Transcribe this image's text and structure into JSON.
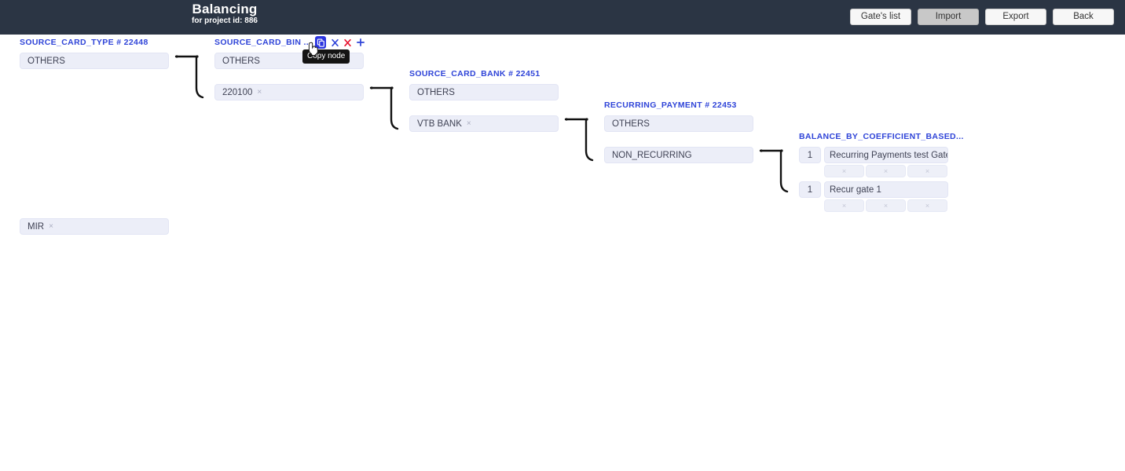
{
  "header": {
    "title": "Balancing",
    "subtitle": "for project id: 886",
    "buttons": [
      {
        "label": "Gate's list",
        "state": "normal"
      },
      {
        "label": "Import",
        "state": "active"
      },
      {
        "label": "Export",
        "state": "normal"
      },
      {
        "label": "Back",
        "state": "normal"
      }
    ]
  },
  "tooltip": {
    "text": "Copy node"
  },
  "toolbar_icons": {
    "copy": "copy-icon",
    "cut": "cut-icon",
    "delete": "delete-icon",
    "add": "add-icon"
  },
  "colors": {
    "topbar_bg": "#2b3544",
    "accent_blue": "#2f44d8",
    "chip_bg": "#eceef8",
    "delete_red": "#e8112d",
    "copy_btn_bg": "#2b35e0"
  },
  "columns": [
    {
      "id": "col-source-card-type",
      "title": "SOURCE_CARD_TYPE # 22448",
      "has_toolbar": false,
      "nodes": [
        {
          "label": "OTHERS",
          "removable": false
        },
        {
          "label": "MIR",
          "removable": true
        }
      ]
    },
    {
      "id": "col-source-card-bin",
      "title": "SOURCE_CARD_BIN ...",
      "has_toolbar": true,
      "nodes": [
        {
          "label": "OTHERS",
          "removable": false
        },
        {
          "label": "220100",
          "removable": true
        }
      ]
    },
    {
      "id": "col-source-card-bank",
      "title": "SOURCE_CARD_BANK # 22451",
      "has_toolbar": false,
      "nodes": [
        {
          "label": "OTHERS",
          "removable": false
        },
        {
          "label": "VTB BANK",
          "removable": true
        }
      ]
    },
    {
      "id": "col-recurring-payment",
      "title": "RECURRING_PAYMENT # 22453",
      "has_toolbar": false,
      "nodes": [
        {
          "label": "OTHERS",
          "removable": false
        },
        {
          "label": "NON_RECURRING",
          "removable": false
        }
      ]
    }
  ],
  "gates_column": {
    "id": "col-balance-by-coefficient",
    "title": "BALANCE_BY_COEFFICIENT_BASED...",
    "gates": [
      {
        "weight": "1",
        "name": "Recurring Payments test Gate",
        "slots": [
          {
            "label": "×"
          },
          {
            "label": "×"
          },
          {
            "label": "×"
          }
        ]
      },
      {
        "weight": "1",
        "name": "Recur gate 1",
        "slots": [
          {
            "label": "×"
          },
          {
            "label": "×"
          },
          {
            "label": "×"
          }
        ]
      }
    ]
  },
  "chip_remove_glyph": "×"
}
